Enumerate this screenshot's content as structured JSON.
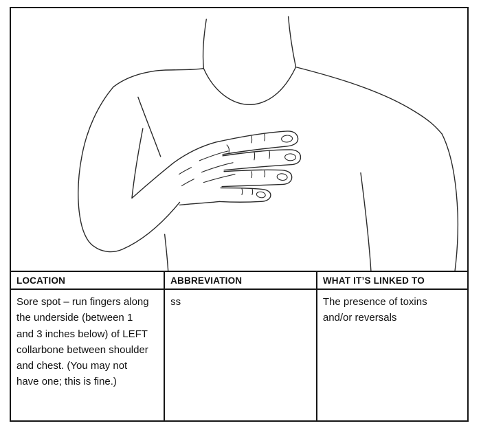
{
  "page": {
    "background": "#ffffff",
    "border_color": "#151515"
  },
  "figure": {
    "description": "Line drawing of a person with a hand placed flat on the upper chest, fingers touching the sore spot just below the collarbone"
  },
  "table": {
    "headers": [
      "LOCATION",
      "ABBREVIATION",
      "WHAT IT’S LINKED TO"
    ],
    "row": {
      "location": "Sore spot – run fingers along the underside (between 1 and 3 inches below) of LEFT collarbone between shoulder and chest. (You may not have one; this is fine.)",
      "abbreviation": "ss",
      "linked_to": "The presence of toxins and/or reversals"
    }
  }
}
